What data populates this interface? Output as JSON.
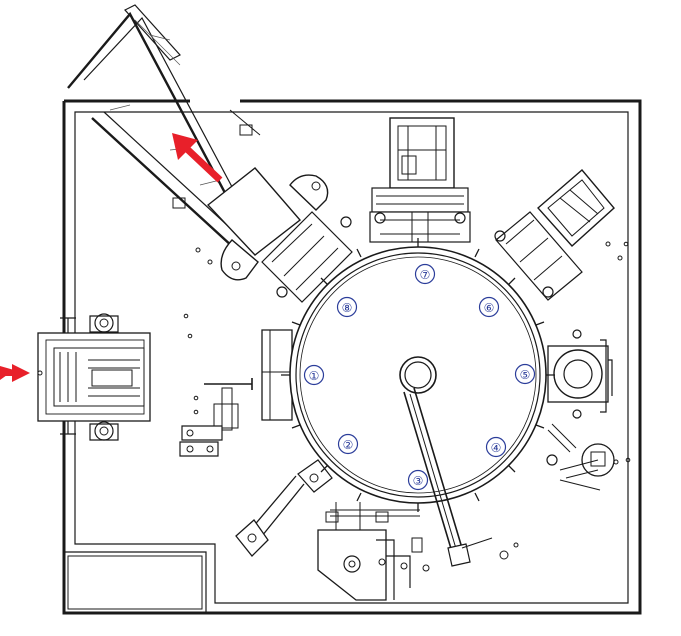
{
  "diagram": {
    "stations": [
      {
        "id": "station-1",
        "label": "①"
      },
      {
        "id": "station-2",
        "label": "②"
      },
      {
        "id": "station-3",
        "label": "③"
      },
      {
        "id": "station-4",
        "label": "④"
      },
      {
        "id": "station-5",
        "label": "⑤"
      },
      {
        "id": "station-6",
        "label": "⑥"
      },
      {
        "id": "station-7",
        "label": "⑦"
      },
      {
        "id": "station-8",
        "label": "⑧"
      }
    ],
    "colors": {
      "arrow": "#e8202a",
      "numbers": "#2b3d9a",
      "line": "#1a1a1a"
    }
  }
}
